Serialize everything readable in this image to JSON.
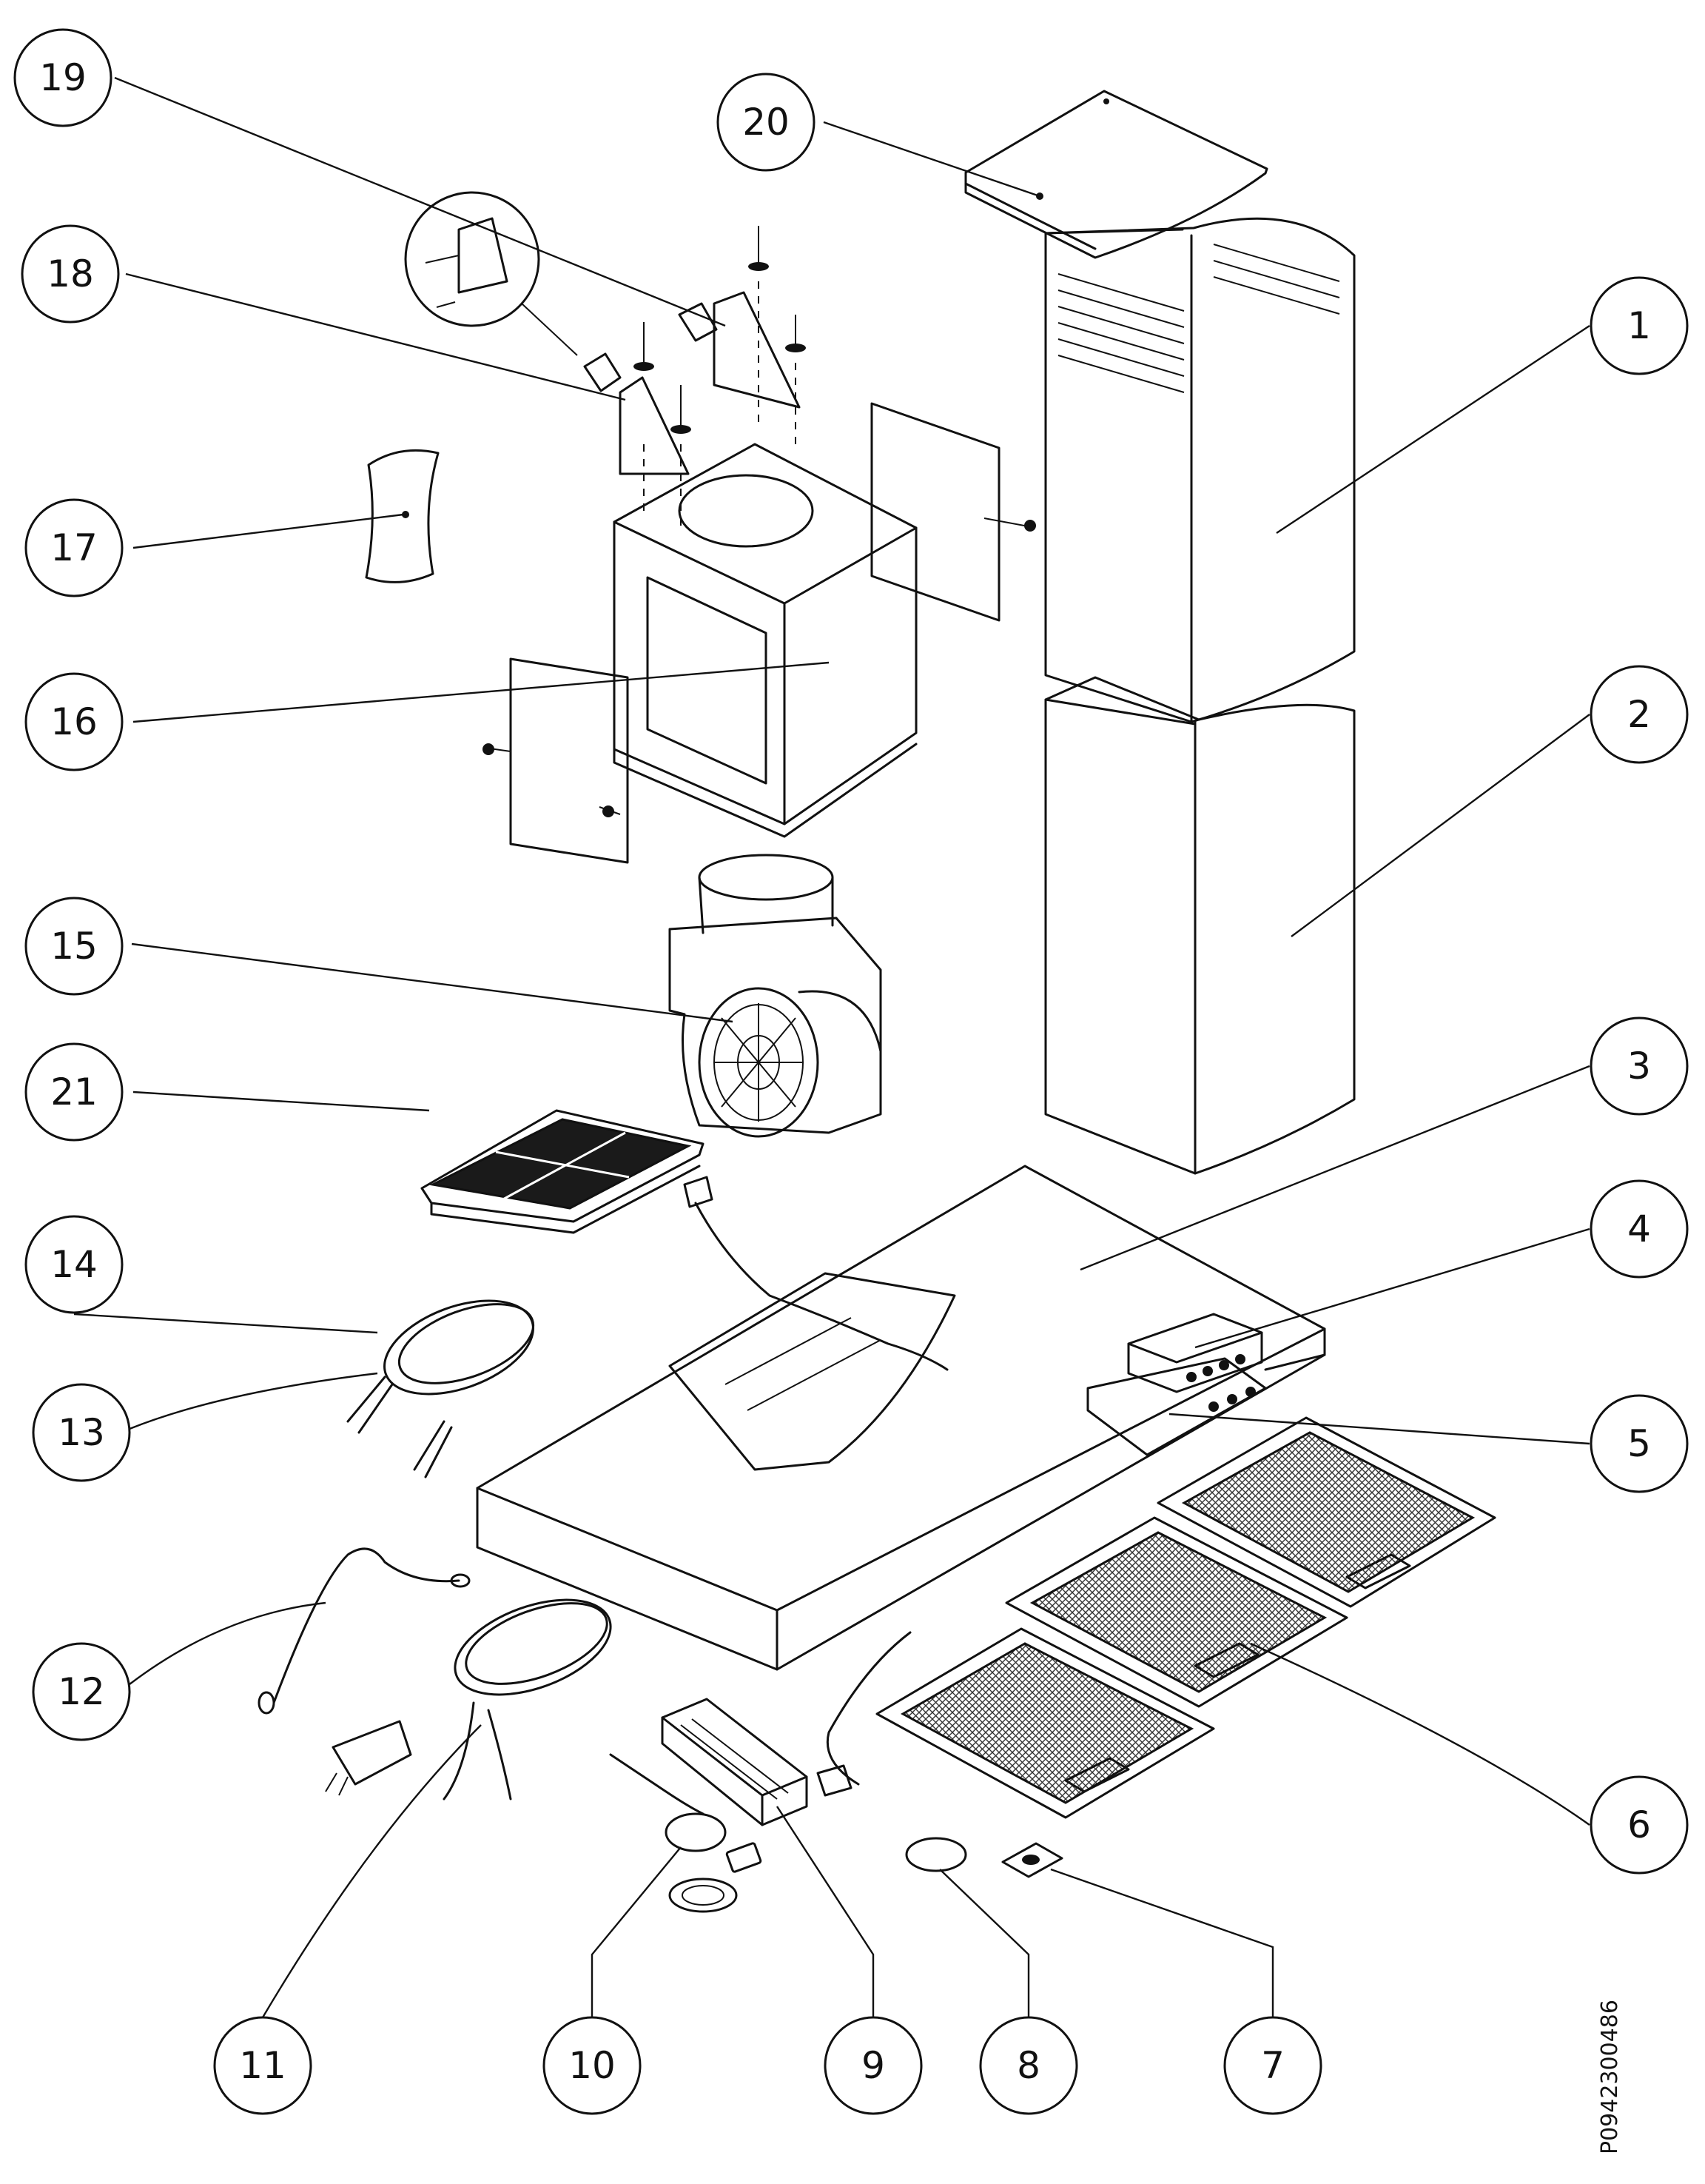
{
  "document_code": "P0942300486",
  "callouts": [
    {
      "id": "1",
      "label": "1"
    },
    {
      "id": "2",
      "label": "2"
    },
    {
      "id": "3",
      "label": "3"
    },
    {
      "id": "4",
      "label": "4"
    },
    {
      "id": "5",
      "label": "5"
    },
    {
      "id": "6",
      "label": "6"
    },
    {
      "id": "7",
      "label": "7"
    },
    {
      "id": "8",
      "label": "8"
    },
    {
      "id": "9",
      "label": "9"
    },
    {
      "id": "10",
      "label": "10"
    },
    {
      "id": "11",
      "label": "11"
    },
    {
      "id": "12",
      "label": "12"
    },
    {
      "id": "13",
      "label": "13"
    },
    {
      "id": "14",
      "label": "14"
    },
    {
      "id": "15",
      "label": "15"
    },
    {
      "id": "16",
      "label": "16"
    },
    {
      "id": "17",
      "label": "17"
    },
    {
      "id": "18",
      "label": "18"
    },
    {
      "id": "19",
      "label": "19"
    },
    {
      "id": "20",
      "label": "20"
    },
    {
      "id": "21",
      "label": "21"
    }
  ]
}
